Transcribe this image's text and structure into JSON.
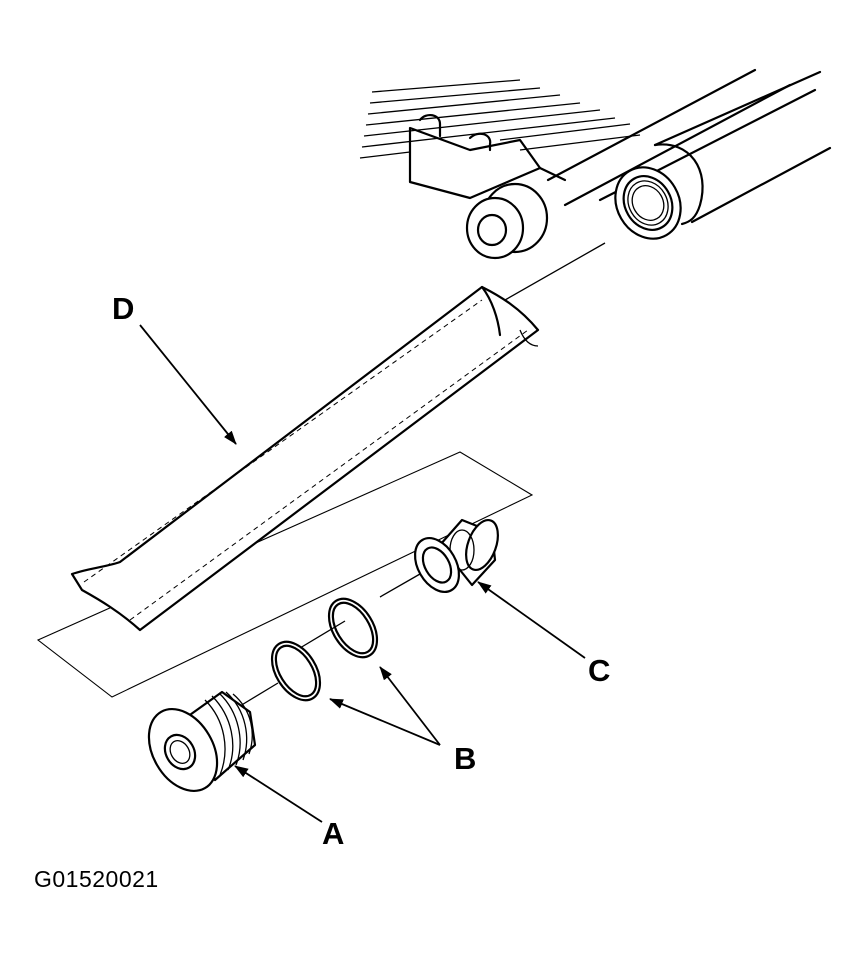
{
  "diagram": {
    "figure_id": "G01520021",
    "callouts": {
      "a": "A",
      "b": "B",
      "c": "C",
      "d": "D"
    }
  }
}
